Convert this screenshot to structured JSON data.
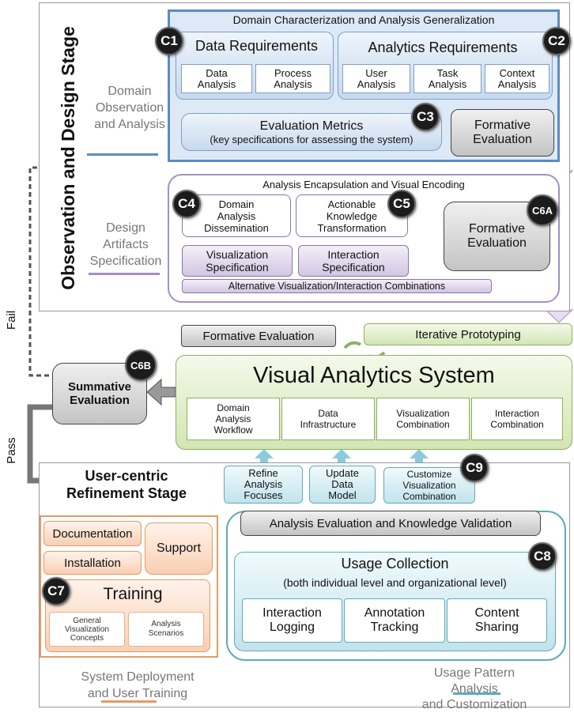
{
  "stages": {
    "observation": "Observation and Design Stage",
    "refinement_line1": "User-centric",
    "refinement_line2": "Refinement Stage"
  },
  "side_labels": {
    "domain_observation": [
      "Domain",
      "Observation",
      "and Analysis"
    ],
    "design_artifacts": [
      "Design",
      "Artifacts",
      "Specification"
    ],
    "system_deployment": [
      "System Deployment",
      "and User Training"
    ],
    "usage_pattern": [
      "Usage Pattern",
      "Analysis",
      "and Customization"
    ]
  },
  "domain_char": {
    "title": "Domain Characterization and Analysis Generalization",
    "data_requirements": "Data Requirements",
    "data_analysis": [
      "Data",
      "Analysis"
    ],
    "process_analysis": [
      "Process",
      "Analysis"
    ],
    "analytics_requirements": "Analytics Requirements",
    "user_analysis": [
      "User",
      "Analysis"
    ],
    "task_analysis": [
      "Task",
      "Analysis"
    ],
    "context_analysis": [
      "Context",
      "Analysis"
    ],
    "evaluation_metrics": "Evaluation Metrics",
    "evaluation_metrics_sub": "(key specifications for assessing the system)",
    "formative_evaluation": [
      "Formative",
      "Evaluation"
    ]
  },
  "analysis_encap": {
    "title": "Analysis Encapsulation and Visual Encoding",
    "domain_dissemination": [
      "Domain",
      "Analysis",
      "Dissemination"
    ],
    "actionable_knowledge": [
      "Actionable",
      "Knowledge",
      "Transformation"
    ],
    "visualization_spec": [
      "Visualization",
      "Specification"
    ],
    "interaction_spec": [
      "Interaction",
      "Specification"
    ],
    "alternative_combinations": "Alternative Visualization/Interaction Combinations",
    "formative_evaluation": [
      "Formative",
      "Evaluation"
    ]
  },
  "prototyping": {
    "formative_evaluation": "Formative Evaluation",
    "iterative_prototyping": "Iterative Prototyping"
  },
  "vas": {
    "title": "Visual Analytics System",
    "components": [
      [
        "Domain",
        "Analysis",
        "Workflow"
      ],
      [
        "Data",
        "Infrastructure"
      ],
      [
        "Visualization",
        "Combination"
      ],
      [
        "Interaction",
        "Combination"
      ]
    ]
  },
  "summative": [
    "Summative",
    "Evaluation"
  ],
  "flow_labels": {
    "fail": "Fail",
    "pass": "Pass"
  },
  "badges": {
    "c1": "C1",
    "c2": "C2",
    "c3": "C3",
    "c4": "C4",
    "c5": "C5",
    "c6a": "C6A",
    "c6b": "C6B",
    "c7": "C7",
    "c8": "C8",
    "c9": "C9"
  },
  "refinement": {
    "refine": [
      "Refine",
      "Analysis",
      "Focuses"
    ],
    "update": [
      "Update",
      "Data",
      "Model"
    ],
    "customize": [
      "Customize",
      "Visualization",
      "Combination"
    ],
    "evaluation_bar": "Analysis Evaluation and Knowledge Validation",
    "usage_title": "Usage Collection",
    "usage_sub": "(both individual level and organizational level)",
    "usage_items": [
      [
        "Interaction",
        "Logging"
      ],
      [
        "Annotation",
        "Tracking"
      ],
      [
        "Content",
        "Sharing"
      ]
    ]
  },
  "deployment": {
    "documentation": "Documentation",
    "installation": "Installation",
    "support": "Support",
    "training": "Training",
    "general_concepts": [
      "General",
      "Visualization",
      "Concepts"
    ],
    "analysis_scenarios": [
      "Analysis",
      "Scenarios"
    ]
  },
  "colors": {
    "blue": "#5b8bc6",
    "purple": "#a58fc4",
    "green": "#8eb067",
    "orange": "#e69a63",
    "teal": "#5faabd",
    "badge": "#1c1c1c"
  }
}
